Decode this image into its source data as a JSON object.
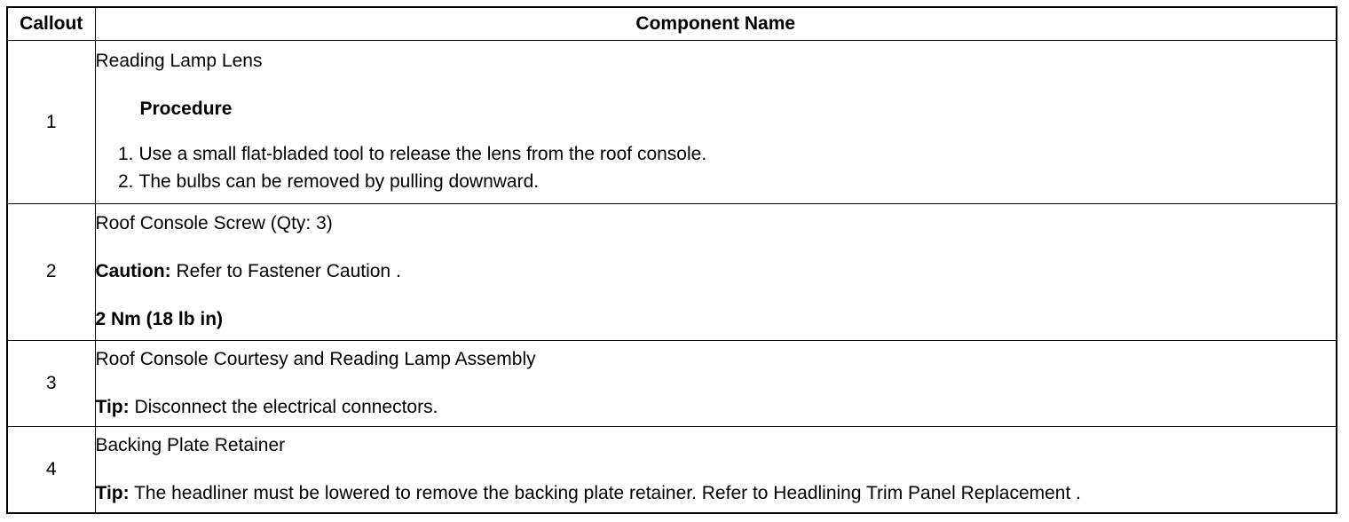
{
  "table": {
    "headers": [
      "Callout",
      "Component Name"
    ],
    "rows": [
      {
        "callout": "1",
        "name": "Reading Lamp Lens",
        "procedure_label": "Procedure",
        "steps": [
          {
            "num": "1.",
            "text": "Use a small flat-bladed tool to release the lens from the roof console."
          },
          {
            "num": "2.",
            "text": "The bulbs can be removed by pulling downward."
          }
        ]
      },
      {
        "callout": "2",
        "name": "Roof Console Screw (Qty: 3)",
        "caution_label": "Caution:",
        "caution_text": " Refer to Fastener Caution .",
        "torque": "2 Nm (18 lb in)"
      },
      {
        "callout": "3",
        "name": "Roof Console Courtesy and Reading Lamp Assembly",
        "tip_label": "Tip:",
        "tip_text": " Disconnect the electrical connectors."
      },
      {
        "callout": "4",
        "name": "Backing Plate Retainer",
        "tip_label": "Tip:",
        "tip_text": " The headliner must be lowered to remove the backing plate retainer. Refer to Headlining Trim Panel Replacement ."
      }
    ]
  }
}
